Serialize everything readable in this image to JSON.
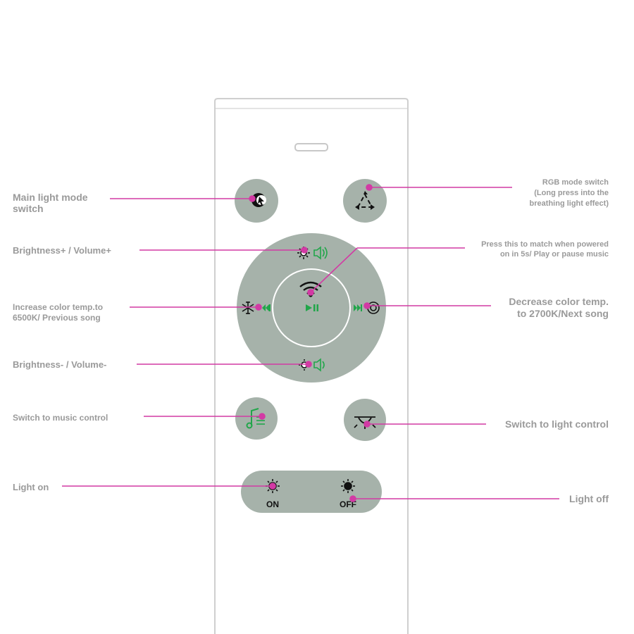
{
  "labels": {
    "main_light_mode_switch": "Main light mode\nswitch",
    "brightness_volume_up": "Brightness+ / Volume+",
    "increase_color_temp": "Increase color temp.to\n6500K/ Previous song",
    "brightness_volume_down": "Brightness- / Volume-",
    "switch_to_music_control": "Switch to music control",
    "light_on": "Light on",
    "rgb_mode_switch": "RGB mode switch\n(Long press into the\nbreathing light effect)",
    "press_to_match": "Press this to match when powered\non in 5s/ Play or pause music",
    "decrease_color_temp": "Decrease color temp.\nto 2700K/Next song",
    "switch_to_light_control": "Switch to light control",
    "light_off": "Light off"
  },
  "buttons": {
    "on_label": "ON",
    "off_label": "OFF"
  },
  "colors": {
    "button_fill": "#a6b2aa",
    "callout_line": "#d23aa4",
    "label_text": "#9a9a9a",
    "icon_green": "#21a64a",
    "remote_outline": "#cfcfcf"
  }
}
